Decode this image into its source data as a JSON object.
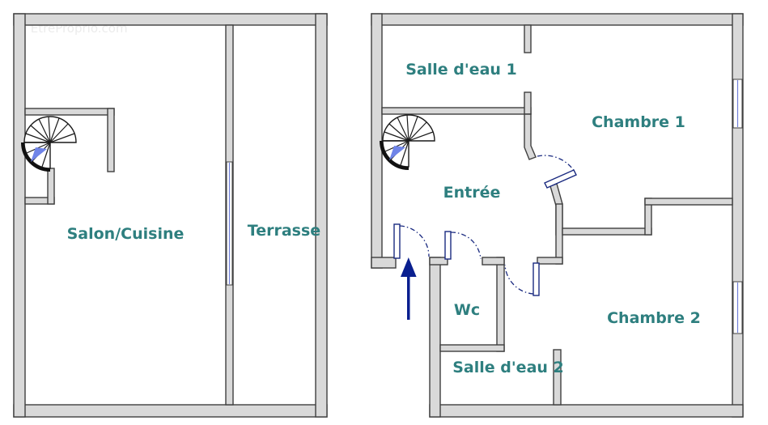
{
  "watermark": "© EtreProprio.com",
  "rooms": {
    "salon_cuisine": "Salon/Cuisine",
    "terrasse": "Terrasse",
    "salle_eau_1": "Salle d'eau 1",
    "chambre_1": "Chambre 1",
    "entree": "Entrée",
    "wc": "Wc",
    "chambre_2": "Chambre 2",
    "salle_eau_2": "Salle d'eau 2"
  },
  "colors": {
    "label": "#2e7f7f",
    "wall_fill": "#d9d9d9",
    "wall_outline": "#3f3f3f",
    "door": "#1a2a80",
    "window": "#6f7fd8",
    "entry_arrow": "#0a1f8f"
  }
}
